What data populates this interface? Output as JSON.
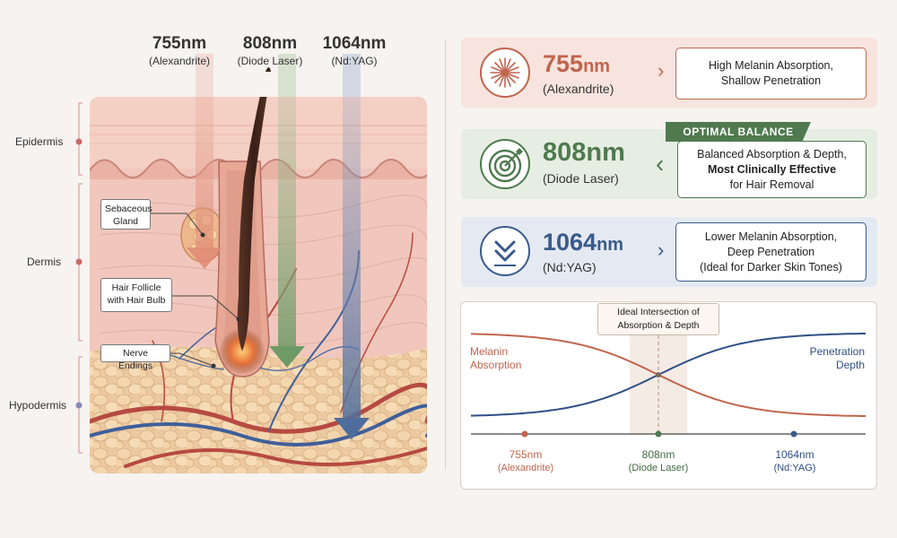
{
  "wavelengths": [
    {
      "nm": "755nm",
      "name": "(Alexandrite)",
      "color": "#c0654f"
    },
    {
      "nm": "808nm",
      "name": "(Diode Laser)",
      "color": "#4f7a4f"
    },
    {
      "nm": "1064nm",
      "name": "(Nd:YAG)",
      "color": "#3a5a8c"
    }
  ],
  "layers": [
    "Epidermis",
    "Dermis",
    "Hypodermis"
  ],
  "callouts": {
    "sebaceous": "Sebaceous Gland",
    "follicle": "Hair Follicle with Hair Bulb",
    "nerve": "Nerve Endings"
  },
  "cards": [
    {
      "nm_value": "755",
      "nm_unit": "nm",
      "name": "(Alexandrite)",
      "icon": "starburst-icon",
      "color": "#c0654f",
      "desc_lines": [
        "High Melanin Absorption,",
        "Shallow Penetration"
      ]
    },
    {
      "nm_value": "808",
      "nm_unit": "nm",
      "name": "(Diode Laser)",
      "icon": "target-icon",
      "color": "#4f7a4f",
      "badge": "OPTIMAL BALANCE",
      "desc_lines": [
        "Balanced Absorption & Depth,",
        "Most Clinically Effective",
        "for Hair Removal"
      ]
    },
    {
      "nm_value": "1064",
      "nm_unit": "nm",
      "name": "(Nd:YAG)",
      "icon": "double-chevron-down-icon",
      "color": "#3a5a8c",
      "desc_lines": [
        "Lower Melanin Absorption,",
        "Deep Penetration",
        "(Ideal for Darker Skin Tones)"
      ]
    }
  ],
  "chart_data": {
    "type": "line",
    "categories": [
      "755nm",
      "808nm",
      "1064nm"
    ],
    "category_subtitles": [
      "(Alexandrite)",
      "(Diode Laser)",
      "(Nd:YAG)"
    ],
    "series": [
      {
        "name": "Melanin Absorption",
        "color": "#c0654f",
        "values": [
          0.95,
          0.5,
          0.05
        ],
        "shape": "decreasing-sigmoid"
      },
      {
        "name": "Penetration Depth",
        "color": "#2f4f86",
        "values": [
          0.05,
          0.5,
          0.95
        ],
        "shape": "increasing-sigmoid"
      }
    ],
    "annotation": "Ideal Intersection of Absorption & Depth",
    "ylim": [
      0,
      1
    ],
    "grid": false,
    "axis_ticks": false
  }
}
